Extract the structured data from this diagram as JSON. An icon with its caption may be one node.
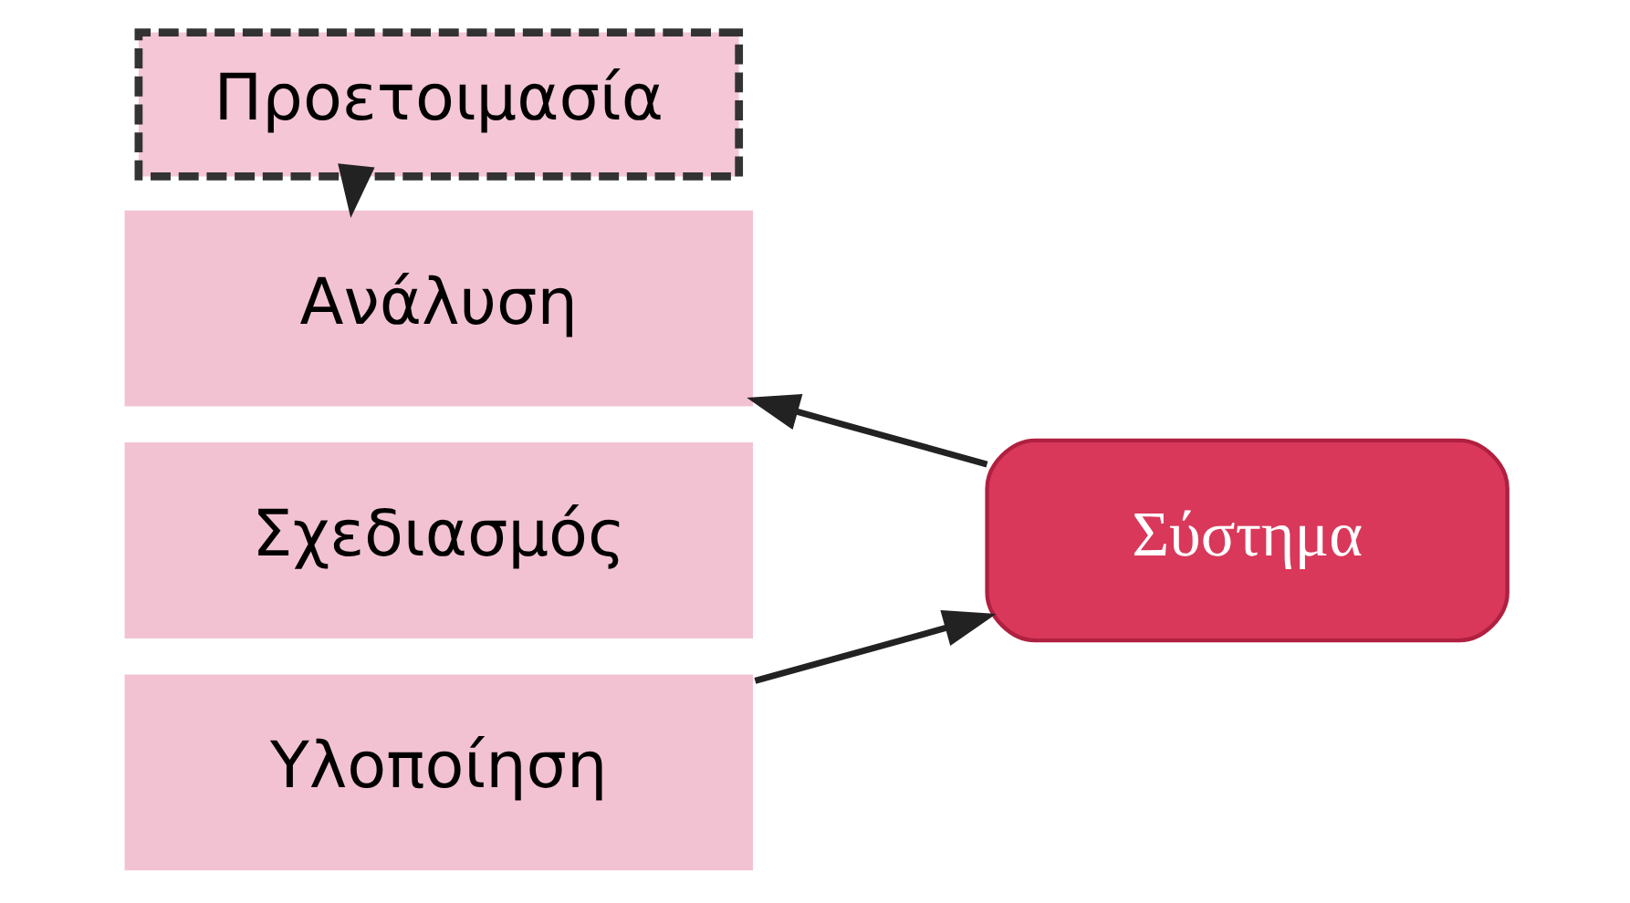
{
  "diagram": {
    "nodes": [
      {
        "text": [
          "Προετοιμασία"
        ]
      },
      {
        "text": [
          "Ανάλυση"
        ]
      },
      {
        "text": [
          "Σχεδιασμός"
        ]
      },
      {
        "text": [
          "Υλοποίηση"
        ]
      },
      {
        "text": [
          "Σύστημα"
        ]
      }
    ],
    "edges": [
      {
        "from": 0,
        "to": 1,
        "arrow": "to"
      },
      {
        "from": 3,
        "to": 4,
        "arrow": "to"
      },
      {
        "from": 4,
        "to": 1,
        "arrow": "to"
      }
    ]
  }
}
